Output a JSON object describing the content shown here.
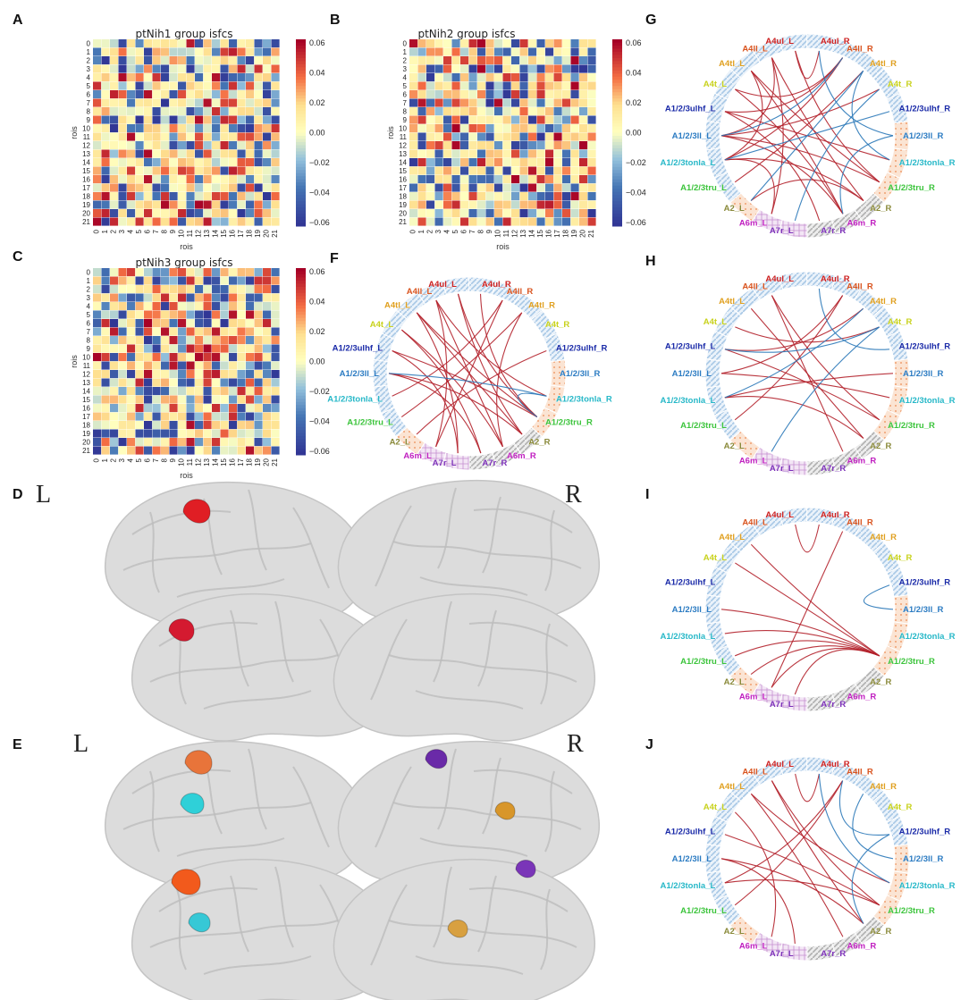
{
  "labels": {
    "A": "A",
    "B": "B",
    "C": "C",
    "D": "D",
    "E": "E",
    "F": "F",
    "G": "G",
    "H": "H",
    "I": "I",
    "J": "J"
  },
  "side_labels": {
    "left": "L",
    "right": "R"
  },
  "heatmaps": {
    "A": {
      "title": "ptNih1 group isfcs",
      "xlabel": "rois",
      "ylabel": "rois"
    },
    "B": {
      "title": "ptNih2 group isfcs",
      "xlabel": "rois",
      "ylabel": "rois"
    },
    "C": {
      "title": "ptNih3 group isfcs",
      "xlabel": "rois",
      "ylabel": "rois"
    }
  },
  "colorbar_ticks": [
    "0.06",
    "0.04",
    "0.02",
    "0.00",
    "−0.02",
    "−0.04",
    "−0.06"
  ],
  "roi_ticks": [
    "0",
    "1",
    "2",
    "3",
    "4",
    "5",
    "6",
    "7",
    "8",
    "9",
    "10",
    "11",
    "12",
    "13",
    "14",
    "15",
    "16",
    "17",
    "18",
    "19",
    "20",
    "21"
  ],
  "ring_nodes": [
    {
      "label": "A4ul_L",
      "color": "#cc1f1f"
    },
    {
      "label": "A4ll_L",
      "color": "#d9541f"
    },
    {
      "label": "A4tl_L",
      "color": "#e0a020"
    },
    {
      "label": "A4t_L",
      "color": "#c8d21c"
    },
    {
      "label": "A1/2/3ulhf_L",
      "color": "#1a2aa8"
    },
    {
      "label": "A1/2/3ll_L",
      "color": "#2b7bc2"
    },
    {
      "label": "A1/2/3tonla_L",
      "color": "#27b8c8"
    },
    {
      "label": "A1/2/3tru_L",
      "color": "#3cc43c"
    },
    {
      "label": "A2_L",
      "color": "#8a8a3a"
    },
    {
      "label": "A6m_L",
      "color": "#c020c0"
    },
    {
      "label": "A7r_L",
      "color": "#7b2fb8"
    },
    {
      "label": "A7r_R",
      "color": "#7b2fb8"
    },
    {
      "label": "A6m_R",
      "color": "#c020c0"
    },
    {
      "label": "A2_R",
      "color": "#8a8a3a"
    },
    {
      "label": "A1/2/3tru_R",
      "color": "#3cc43c"
    },
    {
      "label": "A1/2/3tonla_R",
      "color": "#27b8c8"
    },
    {
      "label": "A1/2/3ll_R",
      "color": "#2b7bc2"
    },
    {
      "label": "A1/2/3ulhf_R",
      "color": "#1a2aa8"
    },
    {
      "label": "A4t_R",
      "color": "#c8d21c"
    },
    {
      "label": "A4tl_R",
      "color": "#e0a020"
    },
    {
      "label": "A4ll_R",
      "color": "#d9541f"
    },
    {
      "label": "A4ul_R",
      "color": "#cc1f1f"
    }
  ],
  "connectograms": {
    "F": {
      "red": [
        [
          0,
          13
        ],
        [
          0,
          14
        ],
        [
          1,
          12
        ],
        [
          1,
          15
        ],
        [
          2,
          14
        ],
        [
          2,
          13
        ],
        [
          3,
          12
        ],
        [
          4,
          14
        ],
        [
          5,
          13
        ],
        [
          6,
          20
        ],
        [
          7,
          19
        ],
        [
          8,
          17
        ],
        [
          9,
          20
        ],
        [
          10,
          2
        ],
        [
          11,
          3
        ],
        [
          1,
          9
        ],
        [
          5,
          11
        ],
        [
          4,
          10
        ],
        [
          12,
          19
        ],
        [
          21,
          14
        ]
      ],
      "blue": [
        [
          5,
          15
        ],
        [
          14,
          15
        ]
      ]
    },
    "G": {
      "red": [
        [
          0,
          21
        ],
        [
          0,
          14
        ],
        [
          1,
          13
        ],
        [
          1,
          5
        ],
        [
          2,
          6
        ],
        [
          2,
          14
        ],
        [
          3,
          12
        ],
        [
          4,
          15
        ],
        [
          4,
          20
        ],
        [
          5,
          18
        ],
        [
          5,
          12
        ],
        [
          6,
          13
        ],
        [
          6,
          20
        ],
        [
          7,
          19
        ],
        [
          8,
          13
        ],
        [
          1,
          9
        ],
        [
          4,
          11
        ],
        [
          5,
          14
        ],
        [
          2,
          12
        ],
        [
          3,
          20
        ],
        [
          6,
          9
        ]
      ],
      "blue": [
        [
          20,
          5
        ],
        [
          19,
          8
        ],
        [
          16,
          21
        ],
        [
          18,
          10
        ],
        [
          17,
          6
        ],
        [
          15,
          19
        ],
        [
          16,
          12
        ]
      ]
    },
    "H": {
      "red": [
        [
          1,
          14
        ],
        [
          2,
          13
        ],
        [
          4,
          19
        ],
        [
          4,
          14
        ],
        [
          5,
          15
        ],
        [
          6,
          13
        ],
        [
          3,
          18
        ],
        [
          1,
          12
        ],
        [
          5,
          20
        ],
        [
          7,
          20
        ],
        [
          6,
          16
        ]
      ],
      "blue": [
        [
          4,
          18
        ],
        [
          19,
          6
        ],
        [
          17,
          21
        ],
        [
          18,
          9
        ]
      ]
    },
    "I": {
      "red": [
        [
          0,
          21
        ],
        [
          2,
          14
        ],
        [
          3,
          14
        ],
        [
          9,
          20
        ],
        [
          9,
          14
        ],
        [
          5,
          14
        ],
        [
          6,
          14
        ],
        [
          7,
          14
        ],
        [
          8,
          14
        ],
        [
          10,
          14
        ]
      ],
      "blue": [
        [
          16,
          17
        ]
      ]
    },
    "J": {
      "red": [
        [
          0,
          21
        ],
        [
          1,
          14
        ],
        [
          1,
          13
        ],
        [
          2,
          12
        ],
        [
          4,
          14
        ],
        [
          5,
          13
        ],
        [
          6,
          20
        ],
        [
          7,
          20
        ],
        [
          3,
          9
        ],
        [
          5,
          10
        ],
        [
          2,
          15
        ],
        [
          6,
          14
        ]
      ],
      "blue": [
        [
          17,
          20
        ],
        [
          16,
          19
        ],
        [
          15,
          21
        ],
        [
          13,
          17
        ]
      ]
    }
  },
  "chart_data": [
    {
      "type": "heatmap",
      "title": "ptNih1 group isfcs",
      "xlabel": "rois",
      "ylabel": "rois",
      "x": [
        "0",
        "1",
        "2",
        "3",
        "4",
        "5",
        "6",
        "7",
        "8",
        "9",
        "10",
        "11",
        "12",
        "13",
        "14",
        "15",
        "16",
        "17",
        "18",
        "19",
        "20",
        "21"
      ],
      "y": [
        "0",
        "1",
        "2",
        "3",
        "4",
        "5",
        "6",
        "7",
        "8",
        "9",
        "10",
        "11",
        "12",
        "13",
        "14",
        "15",
        "16",
        "17",
        "18",
        "19",
        "20",
        "21"
      ],
      "zlim": [
        -0.06,
        0.06
      ],
      "seed": 7
    },
    {
      "type": "heatmap",
      "title": "ptNih2 group isfcs",
      "xlabel": "rois",
      "ylabel": "rois",
      "x": [
        "0",
        "1",
        "2",
        "3",
        "4",
        "5",
        "6",
        "7",
        "8",
        "9",
        "10",
        "11",
        "12",
        "13",
        "14",
        "15",
        "16",
        "17",
        "18",
        "19",
        "20",
        "21"
      ],
      "y": [
        "0",
        "1",
        "2",
        "3",
        "4",
        "5",
        "6",
        "7",
        "8",
        "9",
        "10",
        "11",
        "12",
        "13",
        "14",
        "15",
        "16",
        "17",
        "18",
        "19",
        "20",
        "21"
      ],
      "zlim": [
        -0.06,
        0.06
      ],
      "seed": 19
    },
    {
      "type": "heatmap",
      "title": "ptNih3 group isfcs",
      "xlabel": "rois",
      "ylabel": "rois",
      "x": [
        "0",
        "1",
        "2",
        "3",
        "4",
        "5",
        "6",
        "7",
        "8",
        "9",
        "10",
        "11",
        "12",
        "13",
        "14",
        "15",
        "16",
        "17",
        "18",
        "19",
        "20",
        "21"
      ],
      "y": [
        "0",
        "1",
        "2",
        "3",
        "4",
        "5",
        "6",
        "7",
        "8",
        "9",
        "10",
        "11",
        "12",
        "13",
        "14",
        "15",
        "16",
        "17",
        "18",
        "19",
        "20",
        "21"
      ],
      "zlim": [
        -0.06,
        0.06
      ],
      "seed": 31
    }
  ],
  "brain_regions": {
    "D": [
      {
        "color": "#e01e24"
      },
      {
        "color": "#d41a30"
      }
    ],
    "E": [
      {
        "color": "#e8743a"
      },
      {
        "color": "#2fd0d8"
      },
      {
        "color": "#6a2aa8"
      },
      {
        "color": "#d8962a"
      },
      {
        "color": "#f25a1c"
      },
      {
        "color": "#36c8d6"
      },
      {
        "color": "#7a35b8"
      },
      {
        "color": "#d8a040"
      }
    ]
  }
}
